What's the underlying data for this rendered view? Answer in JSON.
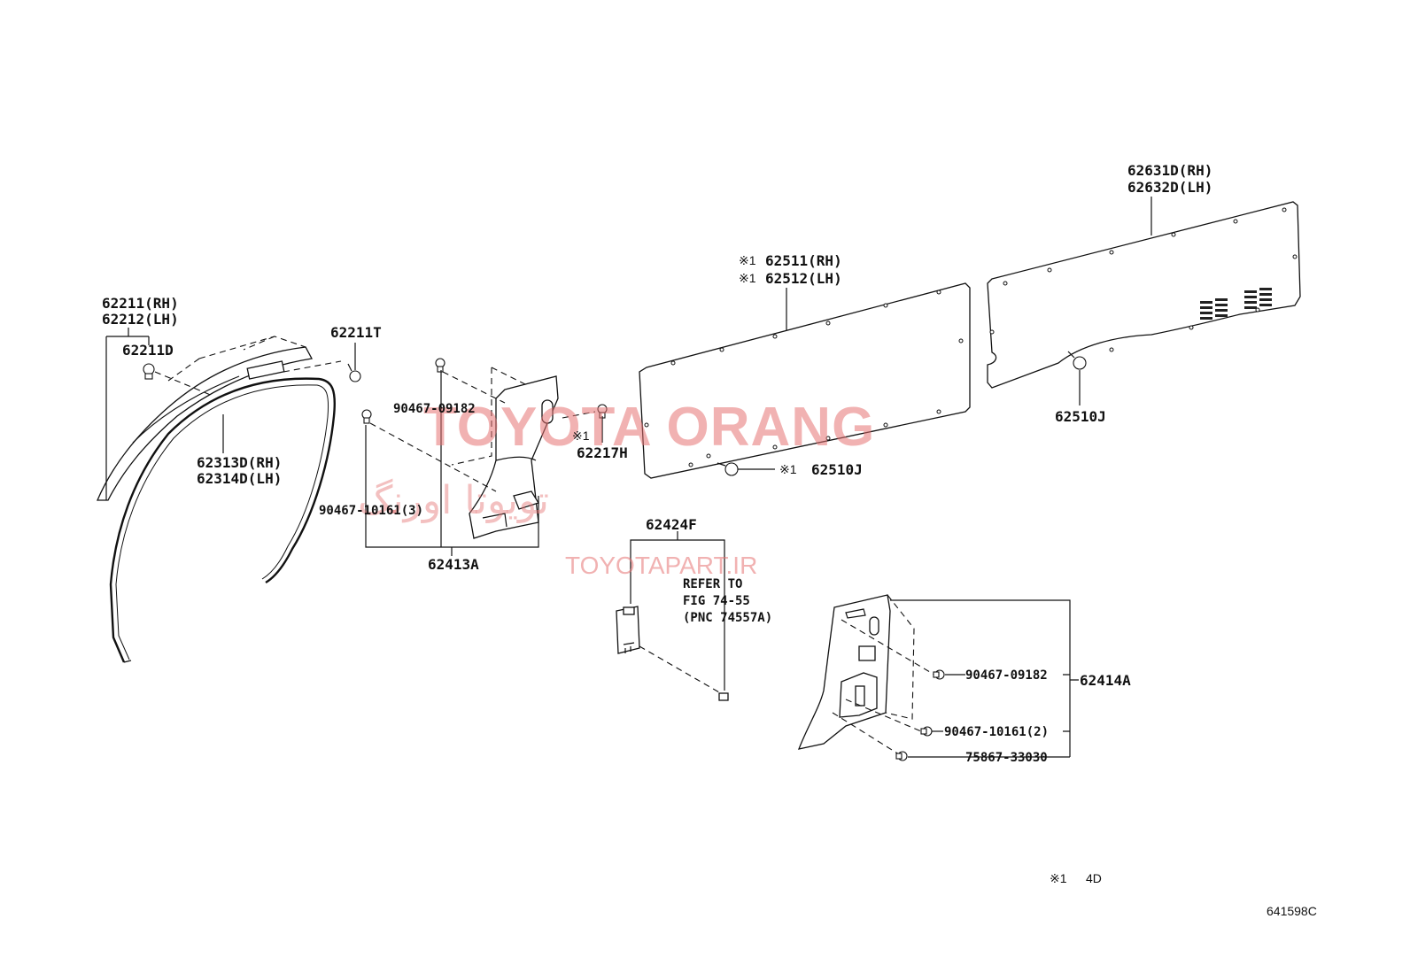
{
  "diagram": {
    "watermark": {
      "brand": "TOYOTA ORANG",
      "persian": "تویوتا اورنگ",
      "url": "TOYOTAPART.IR"
    },
    "labels": {
      "p62211_rh": "62211(RH)",
      "p62212_lh": "62212(LH)",
      "p62211D": "62211D",
      "p62211T": "62211T",
      "p62313D_rh": "62313D(RH)",
      "p62314D_lh": "62314D(LH)",
      "p90467_09182_a": "90467-09182",
      "p90467_10161_3": "90467-10161(3)",
      "p62413A": "62413A",
      "p62217H": "62217H",
      "mark_62217H": "※1",
      "p62511_rh": "62511(RH)",
      "p62512_lh": "62512(LH)",
      "mark_62511": "※1",
      "mark_62512": "※1",
      "p62510J_a": "62510J",
      "mark_62510J_a": "※1",
      "p62631D_rh": "62631D(RH)",
      "p62632D_lh": "62632D(LH)",
      "p62510J_b": "62510J",
      "p62424F": "62424F",
      "refer_line1": "REFER TO",
      "refer_line2": "FIG 74-55",
      "refer_line3": "(PNC 74557A)",
      "p62414A": "62414A",
      "p90467_09182_b": "90467-09182",
      "p90467_10161_2": "90467-10161(2)",
      "p75867_33030": "75867-33030"
    },
    "legend": {
      "mark": "※1",
      "text": "4D"
    },
    "illustration_id": "641598C"
  }
}
